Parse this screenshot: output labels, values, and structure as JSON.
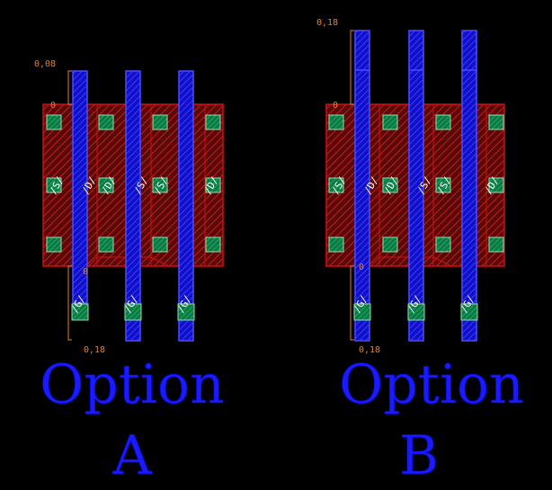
{
  "colors": {
    "background": "#000000",
    "diffusion": "#c00000",
    "diffusion_fill": "#7a0a0a",
    "poly": "#2222ff",
    "contact": "#0c8a4a",
    "contact_border": "#7fd6a6",
    "dimension": "#e0802a",
    "title": "#1a1aff",
    "label": "#ffffff"
  },
  "options": [
    {
      "id": "A",
      "title_line1": "Option",
      "title_line2": "A",
      "dims": {
        "top_extension": "0,08",
        "top_zero": "0",
        "bottom_zero": "0",
        "bottom_extension": "0,18"
      },
      "device_labels": [
        "/S/",
        "/D/",
        "/D/",
        "/S/",
        "/S/",
        "/D/"
      ],
      "gate_tap_label": "/G/"
    },
    {
      "id": "B",
      "title_line1": "Option",
      "title_line2": "B",
      "dims": {
        "top_extension": "0,18",
        "top_zero": "0",
        "bottom_zero": "0",
        "bottom_extension": "0,18"
      },
      "device_labels": [
        "/S/",
        "/D/",
        "/D/",
        "/S/",
        "/S/",
        "/D/"
      ],
      "gate_tap_label": "/G/"
    }
  ]
}
